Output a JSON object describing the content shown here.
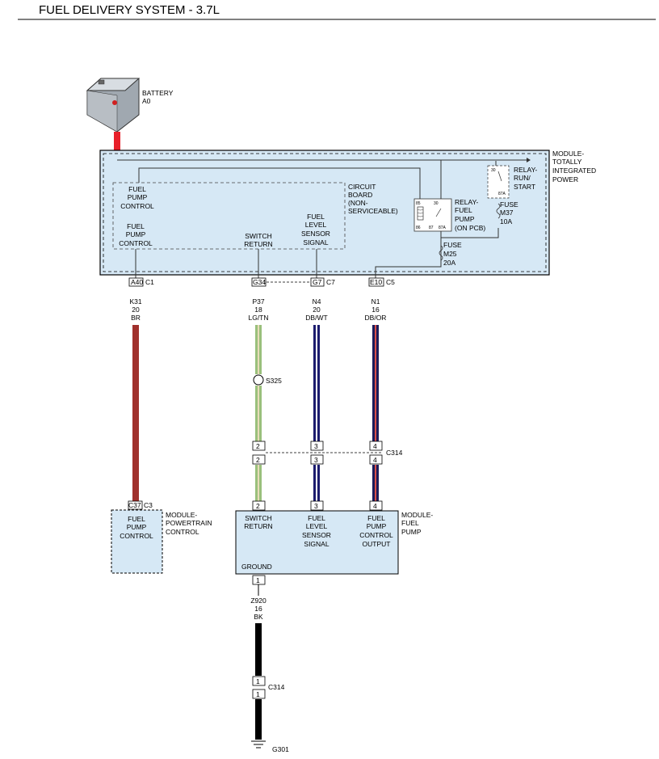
{
  "title": "FUEL DELIVERY SYSTEM - 3.7L",
  "battery": {
    "name": "BATTERY",
    "id": "A0"
  },
  "tipm": {
    "name": [
      "MODULE-",
      "TOTALLY",
      "INTEGRATED",
      "POWER"
    ],
    "circuit_board": [
      "CIRCUIT",
      "BOARD",
      "(NON-",
      "SERVICEABLE)"
    ],
    "fuel_pump_control_top": [
      "FUEL",
      "PUMP",
      "CONTROL"
    ],
    "fuel_pump_control_bottom": [
      "FUEL",
      "PUMP",
      "CONTROL"
    ],
    "switch_return": [
      "SWITCH",
      "RETURN"
    ],
    "fuel_level_sensor_signal": [
      "FUEL",
      "LEVEL",
      "SENSOR",
      "SIGNAL"
    ],
    "relay_fuel_pump": [
      "RELAY-",
      "FUEL",
      "PUMP",
      "(ON PCB)"
    ],
    "relay_run_start": [
      "RELAY-",
      "RUN/",
      "START"
    ],
    "fuse_m37": [
      "FUSE",
      "M37",
      "10A"
    ],
    "fuse_m25": [
      "FUSE",
      "M25",
      "20A"
    ],
    "relay_fp_pins": [
      "85",
      "30",
      "86",
      "87",
      "87A"
    ],
    "relay_rs_pins": [
      "30",
      "87A"
    ]
  },
  "connectors": {
    "c1": {
      "pin": "A40",
      "name": "C1"
    },
    "c2": {
      "pin": "G34"
    },
    "c7": {
      "pin": "G7",
      "name": "C7"
    },
    "c5": {
      "pin": "E10",
      "name": "C5"
    },
    "c3": {
      "pin": "C37",
      "name": "C3"
    },
    "c314": {
      "name": "C314",
      "pins": [
        "2",
        "3",
        "4"
      ]
    },
    "fuel_pump_pins": [
      "2",
      "3",
      "4"
    ],
    "ground_pin": "1",
    "c314_ground": {
      "name": "C314",
      "pin": "1"
    }
  },
  "wires": [
    {
      "circuit": "K31",
      "gauge": "20",
      "color": "BR",
      "base": "#a0302c",
      "stripe": ""
    },
    {
      "circuit": "P37",
      "gauge": "18",
      "color": "LG/TN",
      "base": "#9ac07c",
      "stripe": "#e8dcb8"
    },
    {
      "circuit": "N4",
      "gauge": "20",
      "color": "DB/WT",
      "base": "#1c1c6e",
      "stripe": "#ffffff"
    },
    {
      "circuit": "N1",
      "gauge": "16",
      "color": "DB/OR",
      "base": "#1c1c5a",
      "stripe": "#d9504a"
    },
    {
      "circuit": "Z920",
      "gauge": "16",
      "color": "BK",
      "base": "#000000",
      "stripe": ""
    }
  ],
  "splice": "S325",
  "pcm": {
    "name": [
      "MODULE-",
      "POWERTRAIN",
      "CONTROL"
    ],
    "label": [
      "FUEL",
      "PUMP",
      "CONTROL"
    ]
  },
  "fuel_pump_module": {
    "name": [
      "MODULE-",
      "FUEL",
      "PUMP"
    ],
    "switch_return": [
      "SWITCH",
      "RETURN"
    ],
    "fuel_level_sensor_signal": [
      "FUEL",
      "LEVEL",
      "SENSOR",
      "SIGNAL"
    ],
    "fuel_pump_control_output": [
      "FUEL",
      "PUMP",
      "CONTROL",
      "OUTPUT"
    ],
    "ground": "GROUND"
  },
  "ground": {
    "name": "G301"
  },
  "colors": {
    "module_fill": "#d6e8f5",
    "battery_wire": "#e8202a"
  }
}
